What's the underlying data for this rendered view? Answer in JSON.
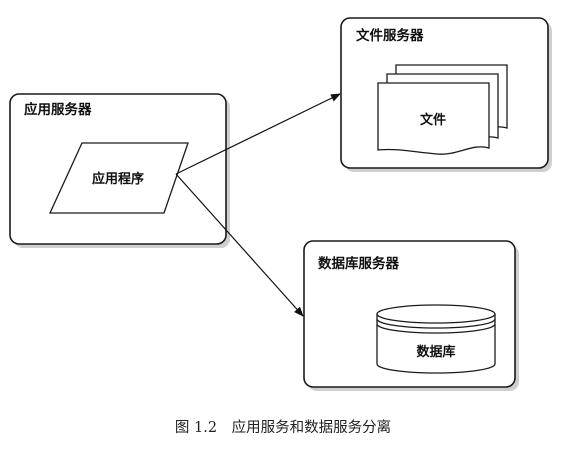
{
  "nodes": {
    "app_server": {
      "title": "应用服务器",
      "child_label": "应用程序"
    },
    "file_server": {
      "title": "文件服务器",
      "child_label": "文件"
    },
    "db_server": {
      "title": "数据库服务器",
      "child_label": "数据库"
    }
  },
  "caption": "图 1.2　应用服务和数据服务分离"
}
